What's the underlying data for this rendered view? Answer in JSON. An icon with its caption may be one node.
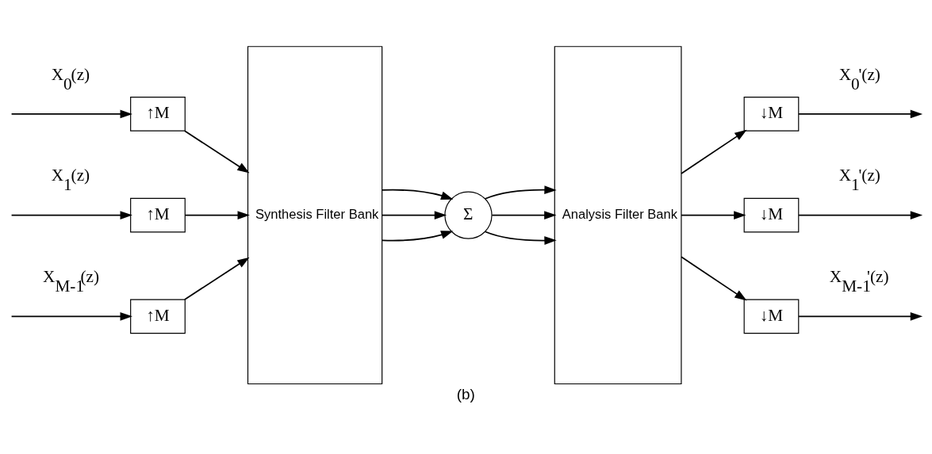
{
  "diagram": {
    "caption": "(b)",
    "nodes": [
      {
        "text": [
          "↑M"
        ]
      },
      {
        "text": [
          "↑M"
        ]
      },
      {
        "text": [
          "↑M"
        ]
      },
      {
        "text": [
          "Synthesis Filter Bank"
        ]
      },
      {
        "text": [
          "Σ"
        ]
      },
      {
        "text": [
          "Analysis Filter Bank"
        ]
      },
      {
        "text": [
          "↓M"
        ]
      },
      {
        "text": [
          "↓M"
        ]
      },
      {
        "text": [
          "↓M"
        ]
      }
    ],
    "edges": [
      {
        "from": null,
        "to": 0,
        "arrow": "to",
        "label": "X$_{0}$(z)"
      },
      {
        "from": null,
        "to": 1,
        "arrow": "to",
        "label": "X$_{1}$(z)"
      },
      {
        "from": null,
        "to": 2,
        "arrow": "to",
        "label": "X$_{M-1}$(z)"
      },
      {
        "from": 0,
        "to": 3,
        "arrow": "to"
      },
      {
        "from": 1,
        "to": 3,
        "arrow": "to"
      },
      {
        "from": 2,
        "to": 3,
        "arrow": "to"
      },
      {
        "from": 3,
        "to": 4,
        "arrow": "to"
      },
      {
        "from": 3,
        "to": 4,
        "arrow": "to"
      },
      {
        "from": 3,
        "to": 4,
        "arrow": "to"
      },
      {
        "from": 4,
        "to": 5,
        "arrow": "to"
      },
      {
        "from": 4,
        "to": 5,
        "arrow": "to"
      },
      {
        "from": 4,
        "to": 5,
        "arrow": "to"
      },
      {
        "from": 5,
        "to": 6,
        "arrow": "to"
      },
      {
        "from": 5,
        "to": 7,
        "arrow": "to"
      },
      {
        "from": 5,
        "to": 8,
        "arrow": "to"
      },
      {
        "from": 6,
        "to": null,
        "arrow": "to",
        "label": "X$_{0}$'(z)"
      },
      {
        "from": 7,
        "to": null,
        "arrow": "to",
        "label": "X$_{1}$'(z)"
      },
      {
        "from": 8,
        "to": null,
        "arrow": "to",
        "label": "X$_{M-1}$'(z)"
      }
    ]
  }
}
